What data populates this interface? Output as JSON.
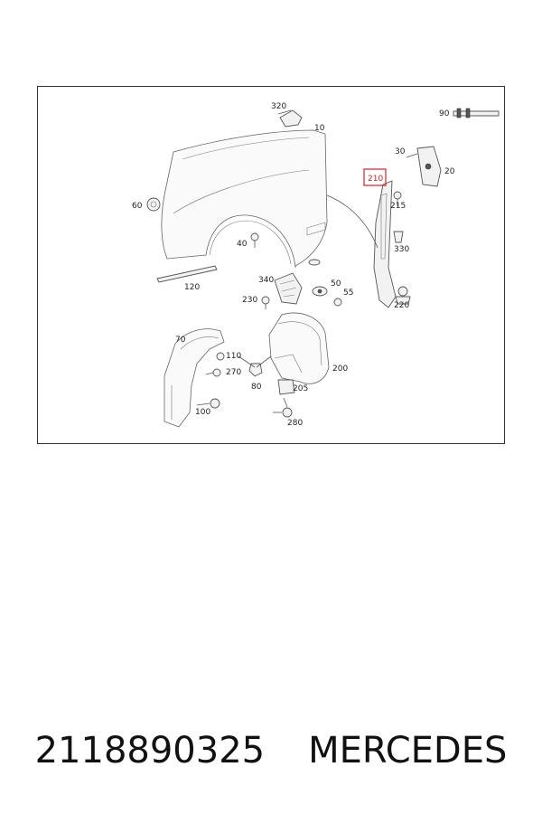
{
  "part_number": "2118890325",
  "brand": "MERCEDES",
  "highlighted_label": "210",
  "highlight_color": "#d62020",
  "callouts": [
    "320",
    "10",
    "90",
    "30",
    "20",
    "210",
    "215",
    "60",
    "330",
    "40",
    "120",
    "340",
    "50",
    "55",
    "230",
    "220",
    "70",
    "110",
    "270",
    "200",
    "80",
    "205",
    "100",
    "280"
  ]
}
